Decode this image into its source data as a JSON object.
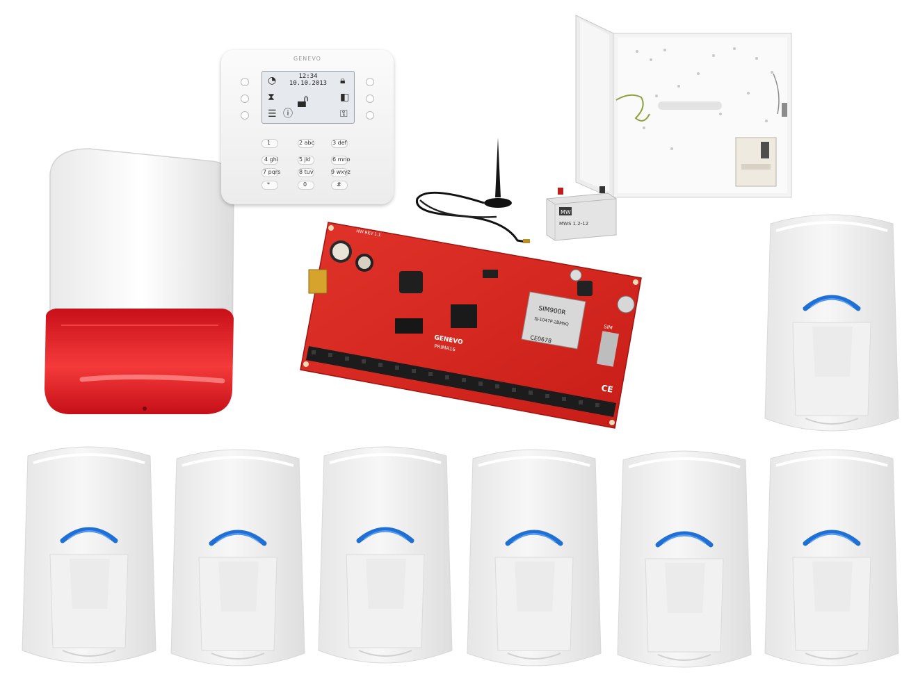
{
  "keypad": {
    "brand": "GENEVO",
    "time": "12:34",
    "date": "10.10.2013",
    "keys": [
      "1",
      "2 abc",
      "3 def",
      "4 ghi",
      "5 jkl",
      "6 mno",
      "7 pqrs",
      "8 tuv",
      "9 wxyz",
      "*",
      "0",
      "#"
    ],
    "lcd_icons": [
      "timer-icon",
      "lock-closed-icon",
      "hourglass-icon",
      "lock-open-icon",
      "half-lock-icon",
      "list-icon",
      "info-icon",
      "user-lock-icon"
    ]
  },
  "board": {
    "brand": "GENEVO",
    "model": "PRIMA16",
    "revision": "HW REV 1.1",
    "module": "SIM900R",
    "module_code": "SJ-1047P-2BMSQ",
    "module_cert": "CE0678",
    "sim_label": "SIM",
    "ce_mark": "CE"
  },
  "battery": {
    "brand": "MW",
    "label": "MWS 1.2-12"
  },
  "colors": {
    "siren_red": "#e4202a",
    "board_red": "#d9231e",
    "detector_lens": "#1f6fd4",
    "white_housing": "#f7f7f7"
  },
  "detector_count": 7
}
